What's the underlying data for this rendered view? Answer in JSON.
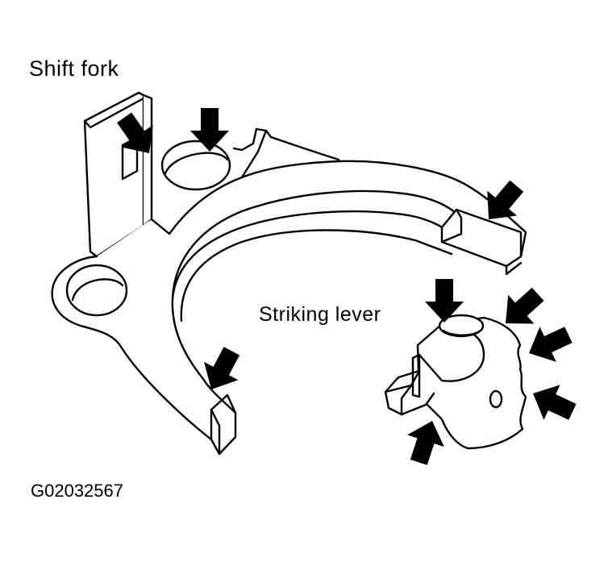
{
  "labels": {
    "shift_fork": "Shift fork",
    "striking_lever": "Striking lever",
    "figure_code": "G02032567"
  },
  "icons": {
    "arrow": "filled-pointer-arrow"
  },
  "colors": {
    "line": "#000000",
    "background": "#ffffff"
  }
}
